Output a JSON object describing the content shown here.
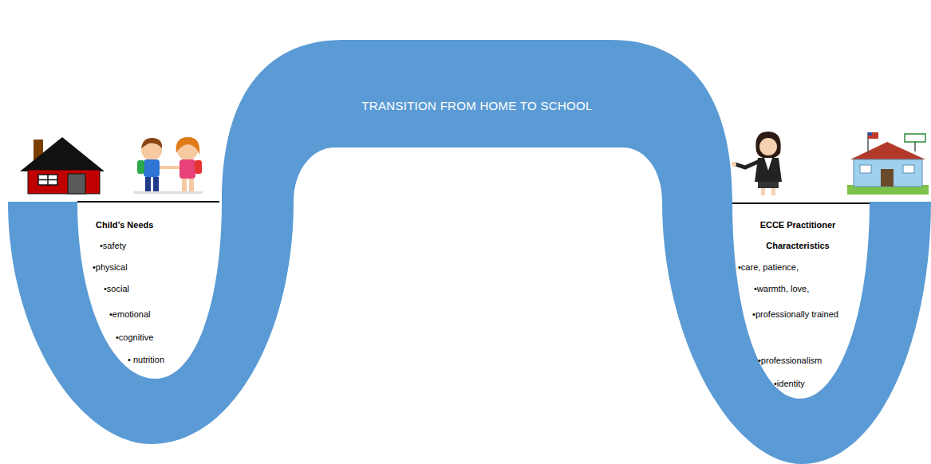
{
  "diagram": {
    "nodes": [
      {
        "text": [
          "Child’s Needs",
          "•safety",
          "•physical",
          "•social",
          "•emotional",
          "•cognitive",
          "• nutrition"
        ]
      },
      {
        "text": [
          "TRANSITION FROM HOME TO SCHOOL"
        ]
      },
      {
        "text": [
          "ECCE Practitioner Characteristics",
          "•care, patience,",
          "•warmth, love,",
          "•professionally trained",
          "•professionalism",
          "•identity"
        ]
      }
    ]
  }
}
